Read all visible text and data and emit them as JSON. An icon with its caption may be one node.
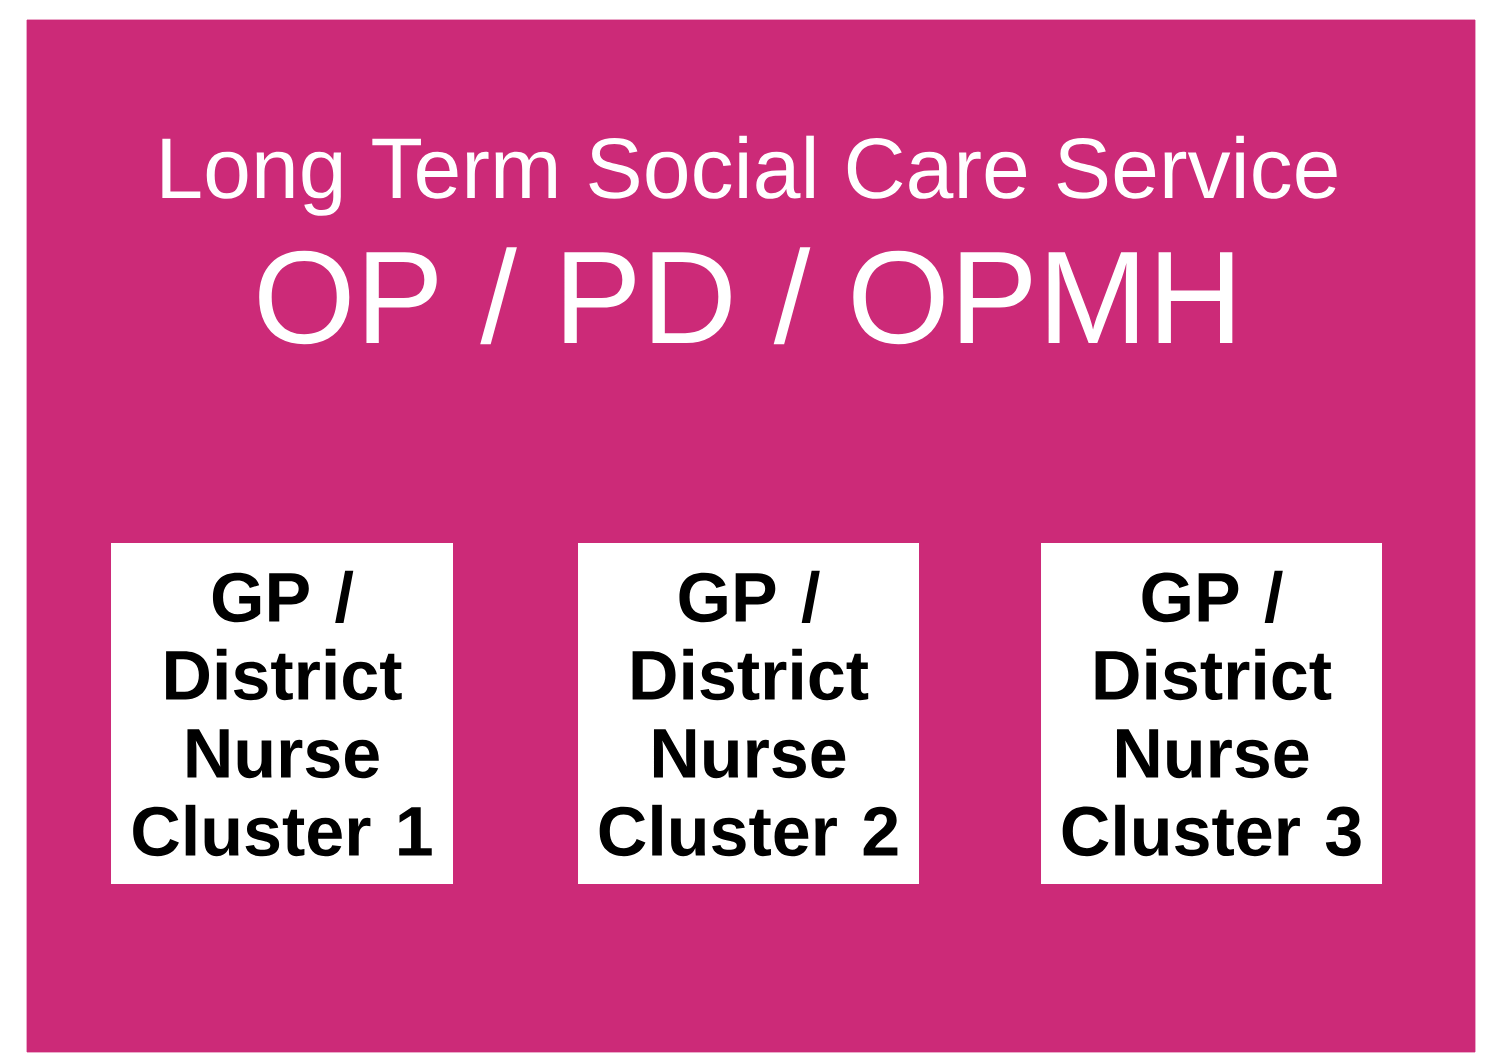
{
  "diagram": {
    "nodes": [
      {
        "text": [
          "Long Term Social Care Service",
          "OP / PD / OPMH"
        ]
      },
      {
        "text": [
          "GP / District Nurse Cluster 1"
        ],
        "in": 0
      },
      {
        "text": [
          "GP / District Nurse Cluster 2"
        ],
        "in": 0
      },
      {
        "text": [
          "GP / District Nurse Cluster 3"
        ],
        "in": 0
      }
    ]
  }
}
